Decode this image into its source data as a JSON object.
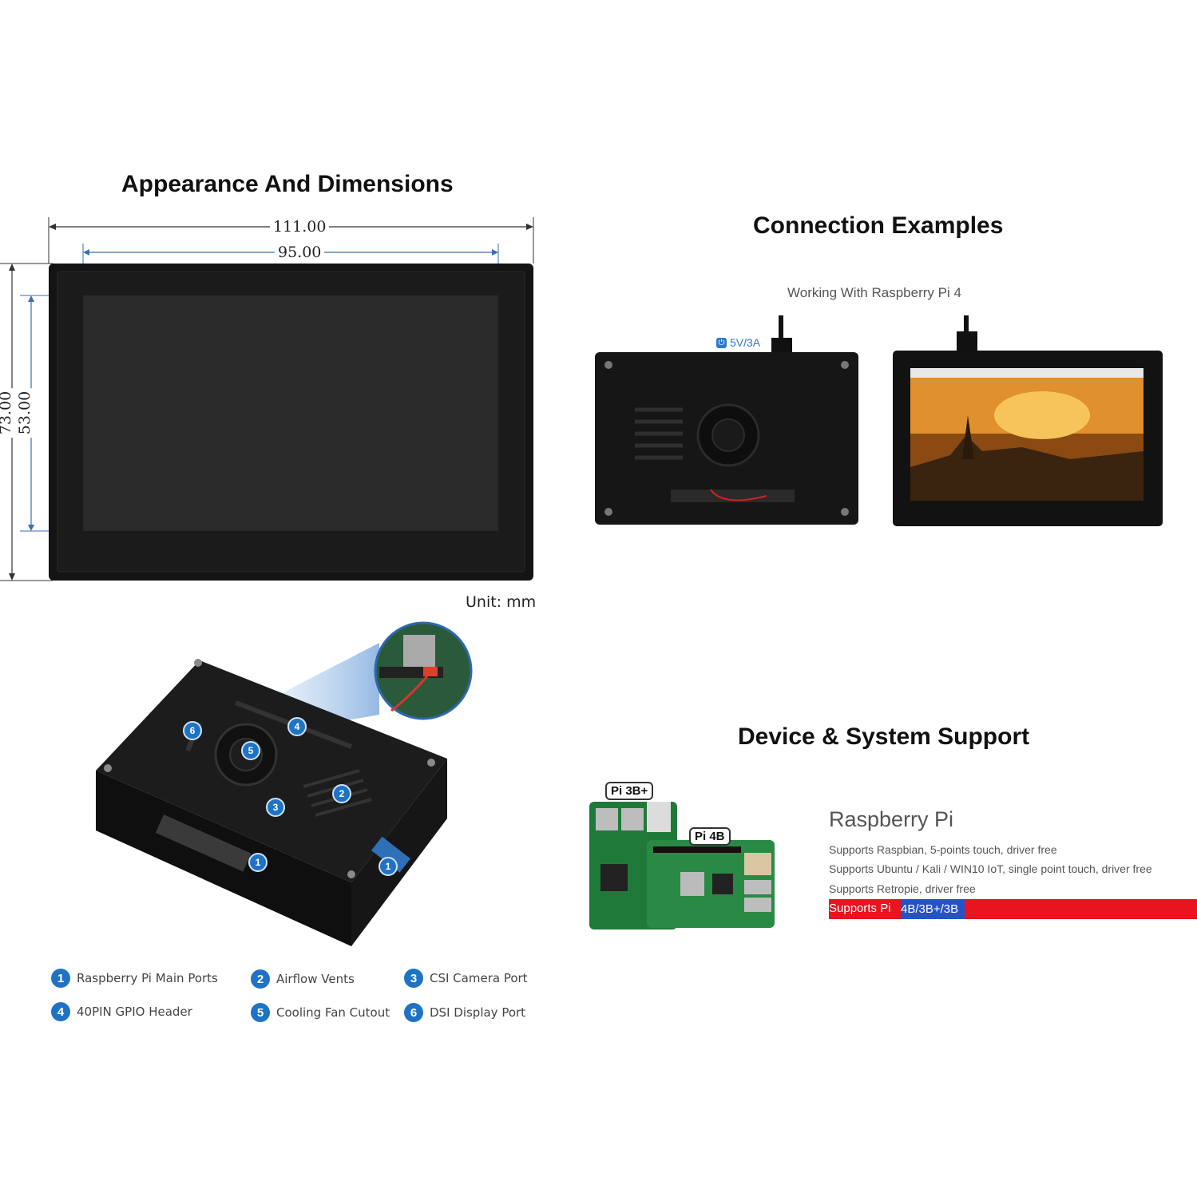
{
  "left": {
    "heading": "Appearance And Dimensions",
    "dims": {
      "outer_width": "111.00",
      "inner_width": "95.00",
      "outer_height": "73.00",
      "inner_height": "53.00",
      "unit_label": "Unit: mm"
    },
    "legend": [
      {
        "n": "1",
        "label": "Raspberry Pi Main Ports"
      },
      {
        "n": "2",
        "label": "Airflow Vents"
      },
      {
        "n": "3",
        "label": "CSI Camera Port"
      },
      {
        "n": "4",
        "label": "40PIN GPIO Header"
      },
      {
        "n": "5",
        "label": "Cooling Fan Cutout"
      },
      {
        "n": "6",
        "label": "DSI Display Port"
      }
    ]
  },
  "connection": {
    "heading": "Connection Examples",
    "caption": "Working With Raspberry Pi 4",
    "power_label": "5V/3A"
  },
  "support": {
    "heading": "Device & System Support",
    "badges": [
      "Pi 3B+",
      "Pi 4B"
    ],
    "title": "Raspberry Pi",
    "lines": [
      "Supports Raspbian, 5-points touch, driver free",
      "Supports Ubuntu / Kali / WIN10 IoT, single point touch, driver free",
      "Supports Retropie, driver free"
    ],
    "highlight_prefix": "Supports Pi ",
    "highlight_models": "4B/3B+/3B"
  },
  "colors": {
    "accent_blue": "#1f73c4",
    "highlight_red": "#e8141e",
    "highlight_blue": "#2453c8"
  }
}
